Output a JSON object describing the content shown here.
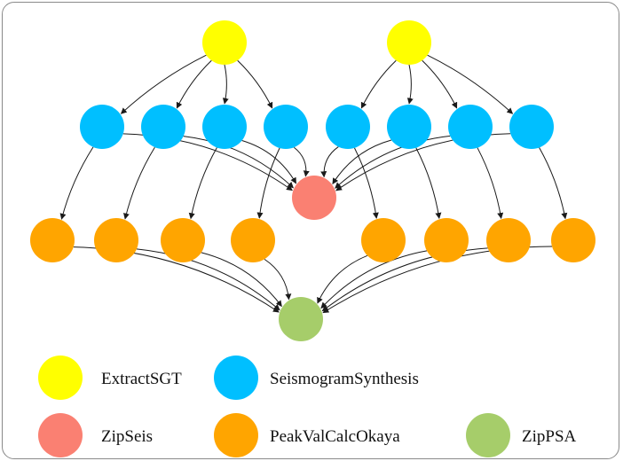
{
  "colors": {
    "ExtractSGT": "#ffff00",
    "SeismogramSynthesis": "#00bfff",
    "ZipSeis": "#fa8072",
    "PeakValCalcOkaya": "#ffa500",
    "ZipPSA": "#a6cd6a",
    "edge": "#1a1a1a"
  },
  "nodes": [
    {
      "id": "e1",
      "type": "ExtractSGT"
    },
    {
      "id": "e2",
      "type": "ExtractSGT"
    },
    {
      "id": "s1",
      "type": "SeismogramSynthesis"
    },
    {
      "id": "s2",
      "type": "SeismogramSynthesis"
    },
    {
      "id": "s3",
      "type": "SeismogramSynthesis"
    },
    {
      "id": "s4",
      "type": "SeismogramSynthesis"
    },
    {
      "id": "s5",
      "type": "SeismogramSynthesis"
    },
    {
      "id": "s6",
      "type": "SeismogramSynthesis"
    },
    {
      "id": "s7",
      "type": "SeismogramSynthesis"
    },
    {
      "id": "s8",
      "type": "SeismogramSynthesis"
    },
    {
      "id": "z",
      "type": "ZipSeis"
    },
    {
      "id": "p1",
      "type": "PeakValCalcOkaya"
    },
    {
      "id": "p2",
      "type": "PeakValCalcOkaya"
    },
    {
      "id": "p3",
      "type": "PeakValCalcOkaya"
    },
    {
      "id": "p4",
      "type": "PeakValCalcOkaya"
    },
    {
      "id": "p5",
      "type": "PeakValCalcOkaya"
    },
    {
      "id": "p6",
      "type": "PeakValCalcOkaya"
    },
    {
      "id": "p7",
      "type": "PeakValCalcOkaya"
    },
    {
      "id": "p8",
      "type": "PeakValCalcOkaya"
    },
    {
      "id": "a",
      "type": "ZipPSA"
    }
  ],
  "edges": [
    [
      "e1",
      "s1"
    ],
    [
      "e1",
      "s2"
    ],
    [
      "e1",
      "s3"
    ],
    [
      "e1",
      "s4"
    ],
    [
      "e2",
      "s5"
    ],
    [
      "e2",
      "s6"
    ],
    [
      "e2",
      "s7"
    ],
    [
      "e2",
      "s8"
    ],
    [
      "s1",
      "z"
    ],
    [
      "s2",
      "z"
    ],
    [
      "s3",
      "z"
    ],
    [
      "s4",
      "z"
    ],
    [
      "s5",
      "z"
    ],
    [
      "s6",
      "z"
    ],
    [
      "s7",
      "z"
    ],
    [
      "s8",
      "z"
    ],
    [
      "s1",
      "p1"
    ],
    [
      "s2",
      "p2"
    ],
    [
      "s3",
      "p3"
    ],
    [
      "s4",
      "p4"
    ],
    [
      "s5",
      "p5"
    ],
    [
      "s6",
      "p6"
    ],
    [
      "s7",
      "p7"
    ],
    [
      "s8",
      "p8"
    ],
    [
      "p1",
      "a"
    ],
    [
      "p2",
      "a"
    ],
    [
      "p3",
      "a"
    ],
    [
      "p4",
      "a"
    ],
    [
      "p5",
      "a"
    ],
    [
      "p6",
      "a"
    ],
    [
      "p7",
      "a"
    ],
    [
      "p8",
      "a"
    ]
  ],
  "legend": [
    {
      "label": "ExtractSGT",
      "type": "ExtractSGT"
    },
    {
      "label": "SeismogramSynthesis",
      "type": "SeismogramSynthesis"
    },
    {
      "label": "ZipSeis",
      "type": "ZipSeis"
    },
    {
      "label": "PeakValCalcOkaya",
      "type": "PeakValCalcOkaya"
    },
    {
      "label": "ZipPSA",
      "type": "ZipPSA"
    }
  ]
}
